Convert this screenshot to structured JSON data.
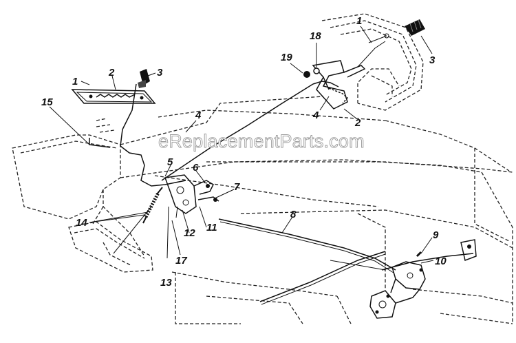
{
  "diagram": {
    "watermark": "eReplacementParts.com",
    "callouts": {
      "c1a": "1",
      "c2a": "2",
      "c3a": "3",
      "c15": "15",
      "c4a": "4",
      "c5": "5",
      "c6": "6",
      "c7": "7",
      "c8": "8",
      "c9": "9",
      "c10": "10",
      "c11": "11",
      "c12": "12",
      "c13": "13",
      "c14": "14",
      "c17": "17",
      "c18": "18",
      "c19": "19",
      "c1b": "1",
      "c3b": "3",
      "c4b": "4",
      "c2b": "2"
    }
  }
}
